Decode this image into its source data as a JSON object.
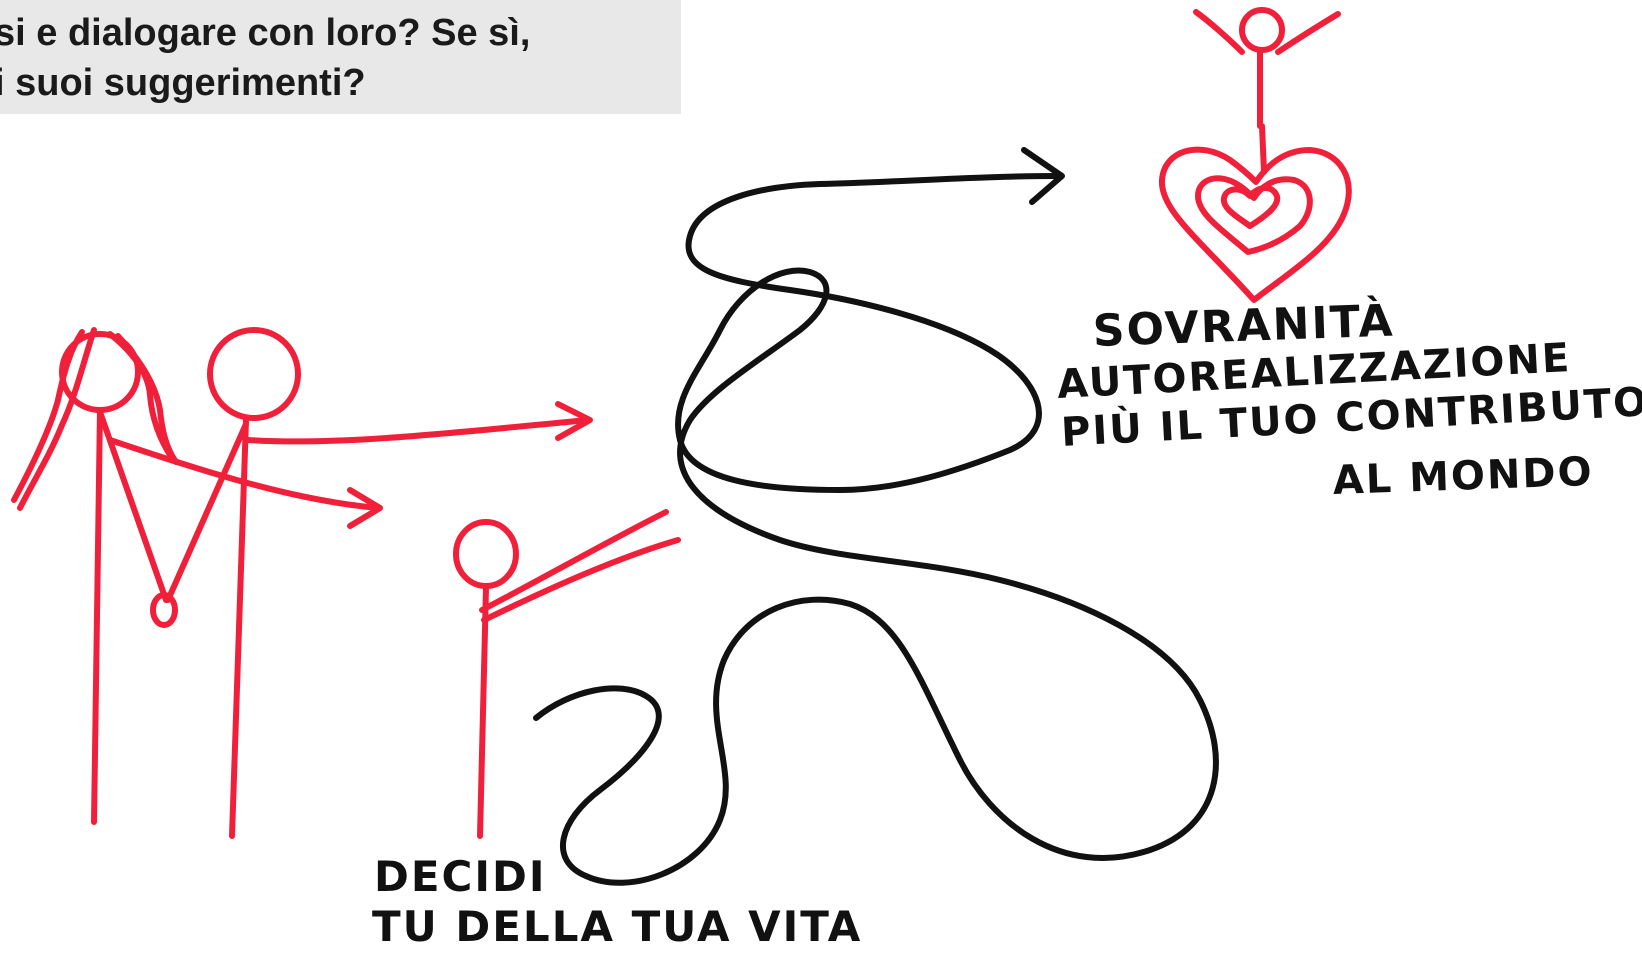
{
  "caption": {
    "line1": "si e dialogare con loro? Se sì,",
    "line2": "i suoi suggerimenti?"
  },
  "handwriting": {
    "sovranita": "SOVRANITÀ",
    "autorealizzazione": "AUTOREALIZZAZIONE",
    "contributo_line1": "PIÙ IL TUO CONTRIBUTO",
    "contributo_line2": "AL MONDO",
    "decidi_line1": "DECIDI",
    "decidi_line2": "TU DELLA TUA VITA"
  },
  "colors": {
    "ink_red": "#f0203a",
    "ink_black": "#111111",
    "caption_bg": "#e8e8e8"
  }
}
